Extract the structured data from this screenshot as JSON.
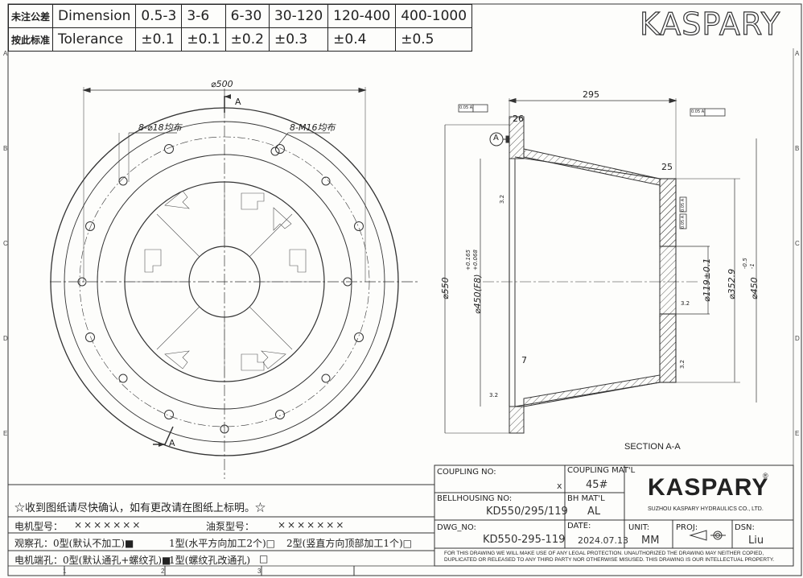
{
  "tolerance": {
    "row1_label_cn": "未注公差",
    "row1_label": "Dimension",
    "ranges": [
      "0.5-3",
      "3-6",
      "6-30",
      "30-120",
      "120-400",
      "400-1000"
    ],
    "row2_label_cn": "按此标准",
    "row2_label": "Tolerance",
    "values": [
      "±0.1",
      "±0.1",
      "±0.2",
      "±0.3",
      "±0.4",
      "±0.5"
    ]
  },
  "brand_top": "KASPARY",
  "front_view": {
    "dia_outer": "⌀500",
    "holes_label": "8-⌀18均布",
    "tapped_label": "8-M16均布",
    "section_mark": "A"
  },
  "section_view": {
    "dim_top": "295",
    "dim_26": "26",
    "dim_25": "25",
    "dim_7": "7",
    "dia_550": "⌀550",
    "dia_450_f8": "⌀450(F8)",
    "dia_450_f8_tol_upper": "+0.165",
    "dia_450_f8_tol_lower": "+0.068",
    "dia_119": "⌀119±0.1",
    "dia_352": "⌀352.9",
    "dia_450": "⌀450",
    "dia_450_tol_upper": "-0.5",
    "dia_450_tol_lower": "-1",
    "gtol_1": "0.05 A",
    "gtol_2": "0.05 A",
    "gtol_3": "0.05 A",
    "gtol_4": "0.05 A",
    "roughness_1": "3.2",
    "roughness_2": "3.2",
    "roughness_3": "3.2",
    "roughness_4": "3.2",
    "datum": "A",
    "caption": "SECTION A-A"
  },
  "notes": {
    "confirm": "☆收到图纸请尽快确认，如有更改请在图纸上标明。☆",
    "motor_label": "电机型号：",
    "motor_value": "×××××××",
    "pump_label": "油泵型号：",
    "pump_value": "×××××××",
    "obs_label": "观察孔：0型(默认不加工)■",
    "obs_opt1": "1型(水平方向加工2个)□",
    "obs_opt2": "2型(竖直方向顶部加工1个)□",
    "end_label": "电机端孔：0型(默认通孔+螺纹孔)■",
    "end_opt1": "1型(螺纹孔改通孔)",
    "end_box": "□"
  },
  "title_block": {
    "coupling_no_label": "COUPLING NO:",
    "coupling_no_value": "x",
    "coupling_mat_label": "COUPLING MAT'L",
    "coupling_mat_value": "45#",
    "bellhousing_no_label": "BELLHOUSING NO:",
    "bellhousing_no_value": "KD550/295/119",
    "bh_mat_label": "BH MAT'L",
    "bh_mat_value": "AL",
    "dwg_no_label": "DWG_NO:",
    "dwg_no_value": "KD550-295-119",
    "date_label": "DATE:",
    "date_value": "2024.07.13",
    "unit_label": "UNIT:",
    "unit_value": "MM",
    "proj_label": "PROJ:",
    "dsn_label": "DSN:",
    "dsn_value": "Liu",
    "logo": "KASPARY",
    "company": "SUZHOU KASPARY HYDRAULICS CO., LTD.",
    "disclaimer_1": "FOR THIS DRAWING WE WILL MAKE USE OF ANY LEGAL PROTECTION. UNAUTHORIZED THE DRAWING MAY NEITHER COPIED,",
    "disclaimer_2": "DUPLICATED OR RELEASED TO ANY THIRD PARTY NOR OTHERWISE MISUSED. THIS DRAWING IS OUR INTELLECTUAL PROPERTY."
  },
  "zones": {
    "rows": [
      "A",
      "B",
      "C",
      "D",
      "E"
    ],
    "cols": [
      "1",
      "2",
      "3"
    ]
  }
}
